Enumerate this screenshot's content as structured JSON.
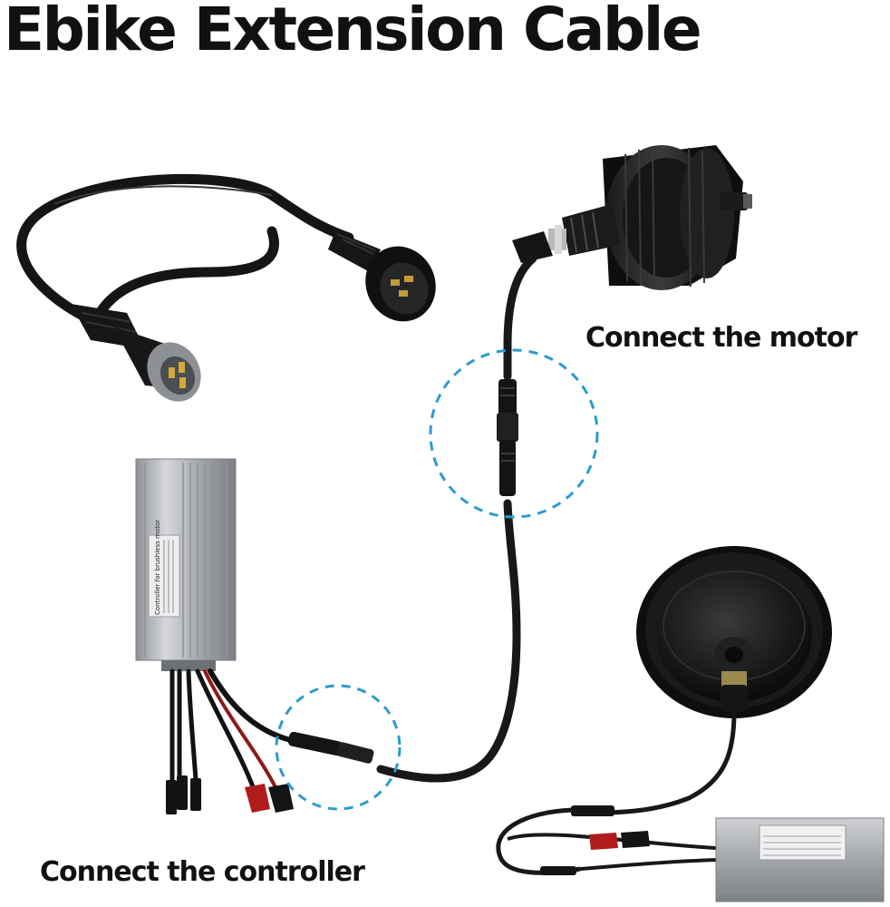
{
  "title": "Ebike Extension Cable",
  "captions": {
    "motor": "Connect the motor",
    "controller": "Connect the controller"
  },
  "controller_label": "Controller for brushless motor",
  "colors": {
    "text": "#111111",
    "highlight_circle": "#2a9bd1",
    "cable": "#1a1a1a",
    "housing": "#b9bcc0"
  }
}
